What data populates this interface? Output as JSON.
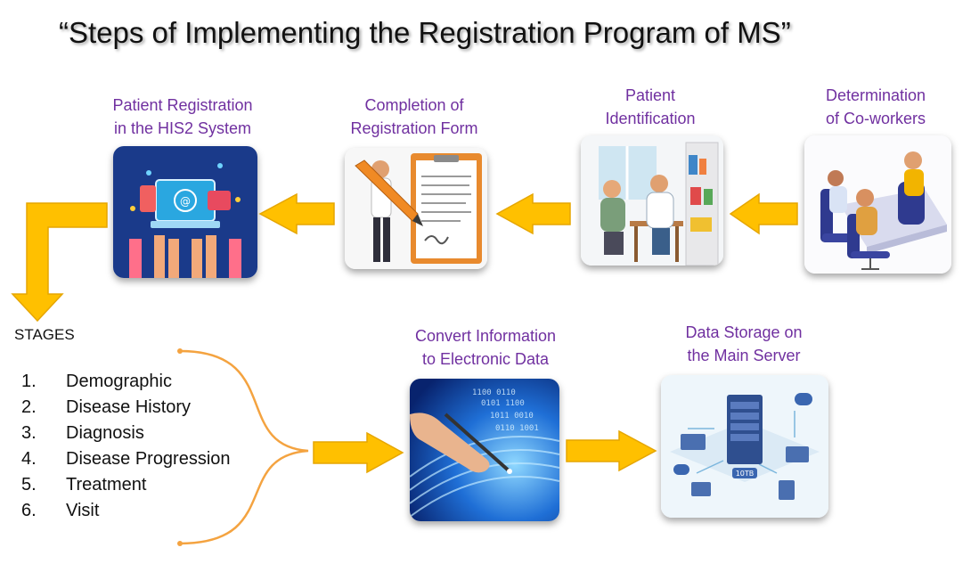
{
  "title": "“Steps of Implementing the Registration Program of MS”",
  "steps": [
    {
      "line1": "Determination",
      "line2": "of Co-workers",
      "icon": "meeting-icon"
    },
    {
      "line1": "Patient",
      "line2": "Identification",
      "icon": "doctor-patient-icon"
    },
    {
      "line1": "Completion of",
      "line2": "Registration Form",
      "icon": "form-signing-icon"
    },
    {
      "line1": "Patient Registration",
      "line2": "in the HIS2 System",
      "icon": "computer-system-icon"
    },
    {
      "line1": "Convert Information",
      "line2": "to Electronic Data",
      "icon": "digital-data-icon"
    },
    {
      "line1": "Data Storage on",
      "line2": "the Main Server",
      "icon": "server-icon"
    }
  ],
  "stages": {
    "title": "STAGES",
    "items": [
      {
        "num": "1.",
        "label": "Demographic"
      },
      {
        "num": "2.",
        "label": "Disease History"
      },
      {
        "num": "3.",
        "label": "Diagnosis"
      },
      {
        "num": "4.",
        "label": "Disease Progression"
      },
      {
        "num": "5.",
        "label": "Treatment"
      },
      {
        "num": "6.",
        "label": "Visit"
      }
    ]
  },
  "colors": {
    "arrow": "#ffc000",
    "arrow_outline": "#e6a600",
    "label": "#7030a0",
    "brace": "#f4a340"
  },
  "card_badges": {
    "server": "10TB"
  }
}
